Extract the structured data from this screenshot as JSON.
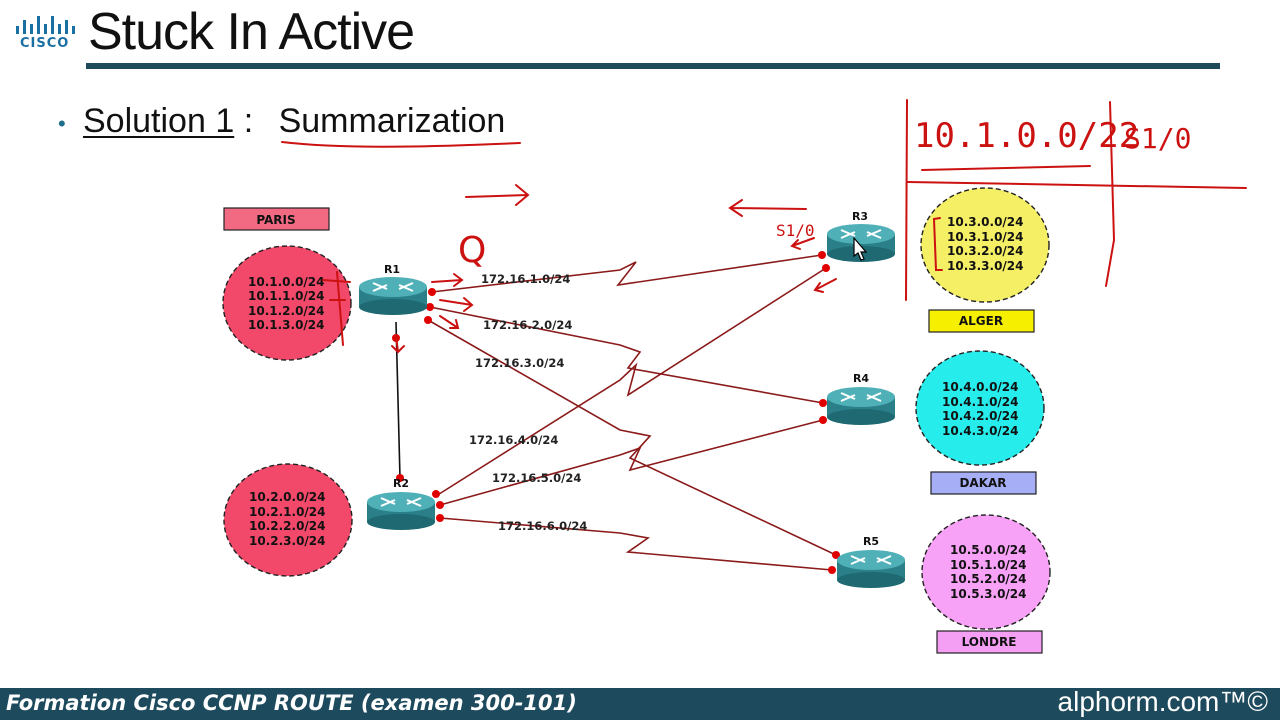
{
  "header": {
    "logo_text": "CISCO",
    "title": "Stuck In Active"
  },
  "solution": {
    "bullet": "•",
    "label": "Solution 1",
    "separator": ":",
    "topic": "Summarization"
  },
  "sites": [
    {
      "name": "PARIS",
      "networks": [
        "10.1.0.0/24",
        "10.1.1.0/24",
        "10.1.2.0/24",
        "10.1.3.0/24"
      ],
      "circle_color": "#f2486a",
      "tag_color": "#f26a82"
    },
    {
      "name": "",
      "networks": [
        "10.2.0.0/24",
        "10.2.1.0/24",
        "10.2.2.0/24",
        "10.2.3.0/24"
      ],
      "circle_color": "#f2486a",
      "tag_color": ""
    },
    {
      "name": "ALGER",
      "networks": [
        "10.3.0.0/24",
        "10.3.1.0/24",
        "10.3.2.0/24",
        "10.3.3.0/24"
      ],
      "circle_color": "#f5ef66",
      "tag_color": "#f6f000"
    },
    {
      "name": "DAKAR",
      "networks": [
        "10.4.0.0/24",
        "10.4.1.0/24",
        "10.4.2.0/24",
        "10.4.3.0/24"
      ],
      "circle_color": "#26ecec",
      "tag_color": "#a6aef5"
    },
    {
      "name": "LONDRE",
      "networks": [
        "10.5.0.0/24",
        "10.5.1.0/24",
        "10.5.2.0/24",
        "10.5.3.0/24"
      ],
      "circle_color": "#f7a2f7",
      "tag_color": "#f49ef4"
    }
  ],
  "routers": [
    "R1",
    "R2",
    "R3",
    "R4",
    "R5"
  ],
  "links": [
    "172.16.1.0/24",
    "172.16.2.0/24",
    "172.16.3.0/24",
    "172.16.4.0/24",
    "172.16.5.0/24",
    "172.16.6.0/24"
  ],
  "annotations": {
    "summary_route": "10.1.0.0/22",
    "interface": "S1/0",
    "interface_r3": "S1/0",
    "letter": "Q"
  },
  "colors": {
    "footer_bg": "#1d4a5c",
    "title_rule": "#1f4a5a",
    "link_line": "#8b1a1a",
    "ink": "#cc1111",
    "router_body": "#2f8a93"
  },
  "footer": {
    "left": "Formation Cisco CCNP ROUTE (examen 300-101)",
    "right": "alphorm.com™©"
  }
}
